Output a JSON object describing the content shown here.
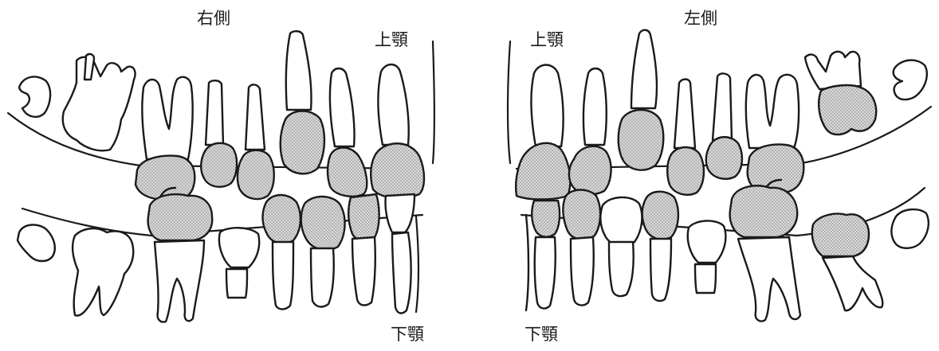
{
  "labels": {
    "right_side": "右側",
    "left_side": "左側",
    "upper_jaw": "上顎",
    "lower_jaw": "下顎"
  },
  "colors": {
    "line": "#1a1a1a",
    "crown_fill": "#cfcfcf",
    "background": "#ffffff"
  }
}
